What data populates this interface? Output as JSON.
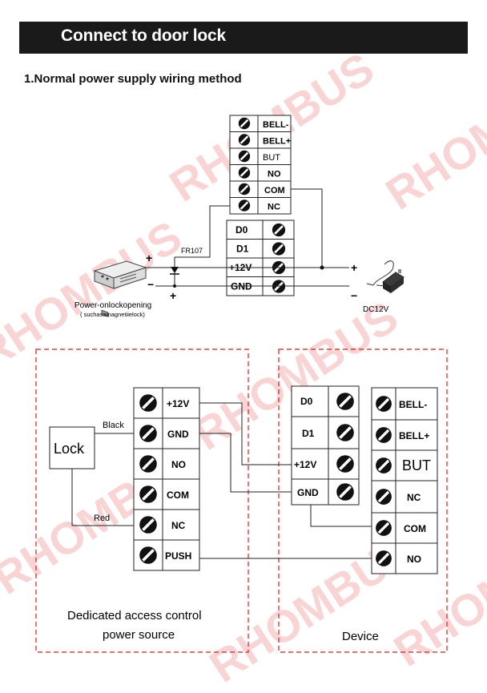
{
  "header": {
    "title": "Connect to door lock"
  },
  "section1": {
    "title": "1.Normal power supply wiring method",
    "top_block_terminals": [
      "BELL-",
      "BELL+",
      "BUT",
      "NO",
      "COM",
      "NC"
    ],
    "bottom_block_terminals": [
      "D0",
      "D1",
      "+12V",
      "GND"
    ],
    "diode_label": "FR107",
    "lock_caption": "Power-onlockopening",
    "lock_subcaption": "( suchasamagnetiielock)",
    "power_label": "DC12V",
    "plus_sign": "+",
    "minus_sign": "−"
  },
  "section2": {
    "lock_label": "Lock",
    "wire_black": "Black",
    "wire_red": "Red",
    "psu_terminals": [
      "+12V",
      "GND",
      "NO",
      "COM",
      "NC",
      "PUSH"
    ],
    "device_left_terminals": [
      "D0",
      "D1",
      "+12V",
      "GND"
    ],
    "device_right_terminals": [
      "BELL-",
      "BELL+",
      "BUT",
      "NC",
      "COM",
      "NO"
    ],
    "psu_caption_line1": "Dedicated access control",
    "psu_caption_line2": "power source",
    "device_caption": "Device"
  },
  "watermark": {
    "text": "RHOMBUS",
    "color": "#e13c3c"
  }
}
